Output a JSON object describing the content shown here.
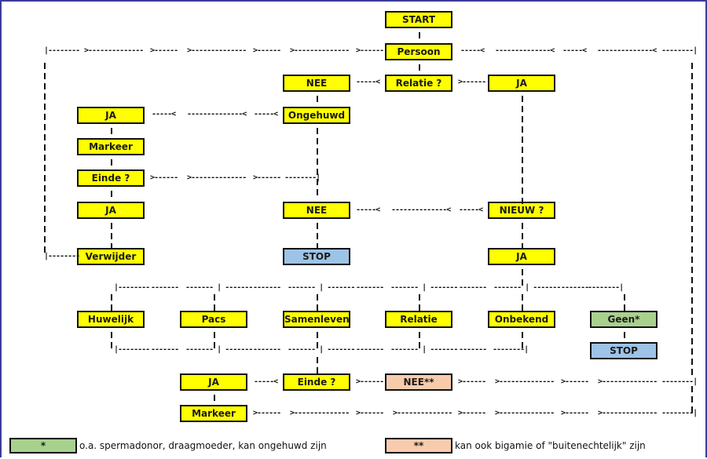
{
  "nodes": {
    "start": "START",
    "persoon": "Persoon",
    "relatie_q": "Relatie ?",
    "nee_top": "NEE",
    "ja_top": "JA",
    "ja_left": "JA",
    "ongehuwd": "Ongehuwd",
    "markeer_left": "Markeer",
    "einde_left": "Einde ?",
    "ja_left2": "JA",
    "nee_mid": "NEE",
    "nieuw_q": "NIEUW ?",
    "verwijder": "Verwijder",
    "stop_mid": "STOP",
    "ja_right": "JA",
    "huwelijk": "Huwelijk",
    "pacs": "Pacs",
    "samenleven": "Samenleven",
    "relatie": "Relatie",
    "onbekend": "Onbekend",
    "geen": "Geen*",
    "stop_right": "STOP",
    "ja_bottom": "JA",
    "einde_bottom": "Einde ?",
    "nee_bottom": "NEE**",
    "markeer_bottom": "Markeer"
  },
  "connectors": {
    "top_loop": [
      "|--------",
      ">--------------",
      ">------",
      ">--------------",
      ">------",
      ">--------------",
      ">------"
    ],
    "top_loop_right": [
      "-----<",
      "--------------<",
      "-----<",
      "--------------<",
      "--------|"
    ],
    "relatie_left": "-----<",
    "relatie_right": ">------",
    "ongehuwd_to_ja": [
      "-----<",
      "--------------<",
      "-----<"
    ],
    "einde_to_line": [
      ">------",
      ">--------------",
      ">------",
      "--------|"
    ],
    "nieuw_to_nee": [
      "-----<",
      "--------------<",
      "-----<"
    ],
    "verwijder_left": "|--------",
    "split_top": [
      "|--------",
      "-------",
      "------- | -------",
      "-------",
      "------- | -------",
      "-------",
      "------- | -------",
      "-------",
      "------- | -------",
      "-------",
      "------- | -------",
      "-------",
      "--------|"
    ],
    "split_bottom": [
      "|--------",
      "-------",
      "------- | -------",
      "-------",
      "------- | -------",
      "-------",
      "------- | -------",
      "-------",
      "------- | -------",
      "-------",
      "--------|"
    ],
    "einde_to_ja": "-----<",
    "einde_to_nee": ">------",
    "nee_to_right": [
      ">------",
      ">--------------",
      ">------",
      ">--------------",
      "--------|"
    ],
    "markeer_to_right": [
      ">------",
      ">--------------",
      ">------",
      ">--------------",
      ">------",
      ">--------------",
      ">------",
      ">--------------",
      "--------|"
    ]
  },
  "legend": [
    {
      "swatch": "*",
      "text": "o.a. spermadonor, draagmoeder, kan ongehuwd zijn",
      "color": "#a9d18e"
    },
    {
      "swatch": "**",
      "text": "kan ook bigamie of \"buitenechtelijk\" zijn",
      "color": "#f8cbad"
    }
  ],
  "colors": {
    "node": "#ffff00",
    "stop": "#9dc3e6",
    "geen": "#a9d18e",
    "nee_star": "#f8cbad",
    "frame": "#3c3c9a"
  }
}
